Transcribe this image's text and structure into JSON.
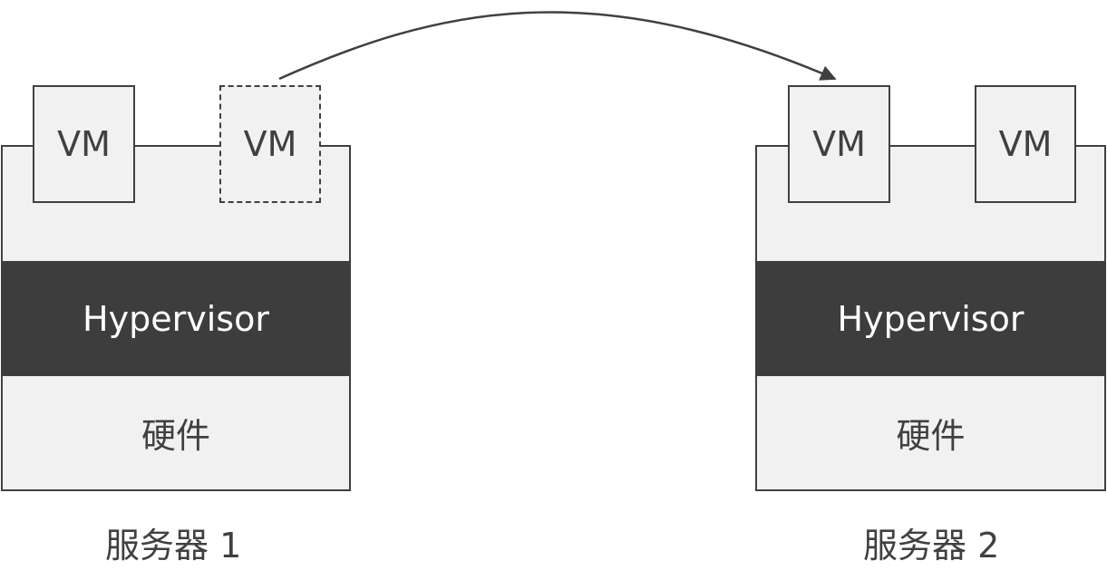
{
  "servers": [
    {
      "caption": "服务器 1",
      "hypervisor_label": "Hypervisor",
      "hardware_label": "硬件",
      "vms": [
        {
          "label": "VM",
          "style": "solid"
        },
        {
          "label": "VM",
          "style": "dashed"
        }
      ]
    },
    {
      "caption": "服务器 2",
      "hypervisor_label": "Hypervisor",
      "hardware_label": "硬件",
      "vms": [
        {
          "label": "VM",
          "style": "solid"
        },
        {
          "label": "VM",
          "style": "solid"
        }
      ]
    }
  ],
  "colors": {
    "fill_light": "#f1f1f1",
    "hypervisor_fill": "#3d3d3d",
    "stroke": "#404040",
    "text_dark": "#404040",
    "text_light": "#ffffff"
  }
}
